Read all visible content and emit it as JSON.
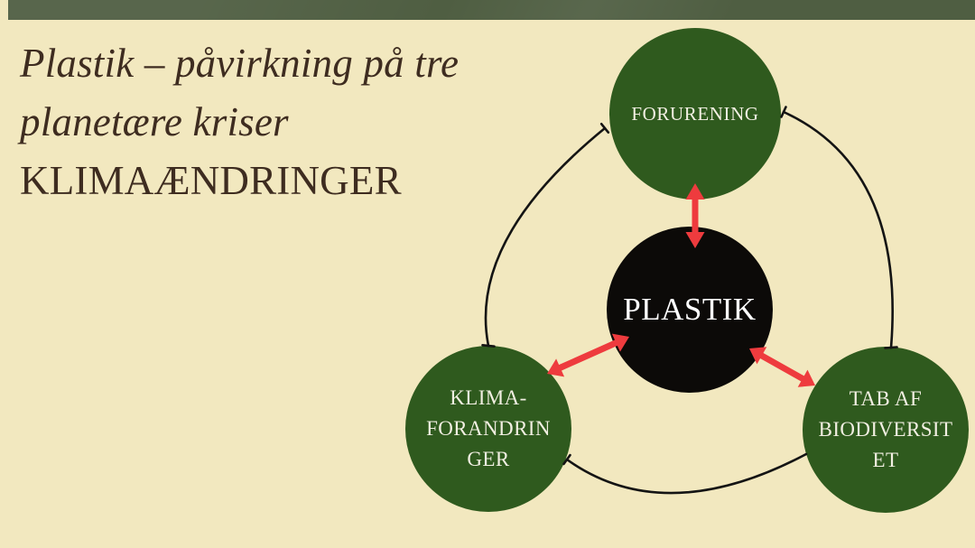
{
  "slide": {
    "title": {
      "line1": "Plastik – påvirkning på tre",
      "line2": "planetære kriser",
      "line3": "KLIMAÆNDRINGER"
    },
    "colors": {
      "background": "#f2e8bf",
      "top_bar_green": "#4f5e42",
      "title_brown": "#3e2c20",
      "node_green": "#2f5a1e",
      "node_black": "#0c0a08",
      "node_text": "#f2efe2",
      "arrow_red": "#ee3b3e",
      "arc_black": "#141414"
    }
  },
  "diagram": {
    "center": {
      "label": "PLASTIK"
    },
    "top_node": {
      "line1": "FORURENING"
    },
    "bottom_left_node": {
      "line1": "KLIMA-",
      "line2": "FORANDRIN",
      "line3": "GER"
    },
    "bottom_right_node": {
      "line1": "TAB AF",
      "line2": "BIODIVERSIT",
      "line3": "ET"
    }
  }
}
